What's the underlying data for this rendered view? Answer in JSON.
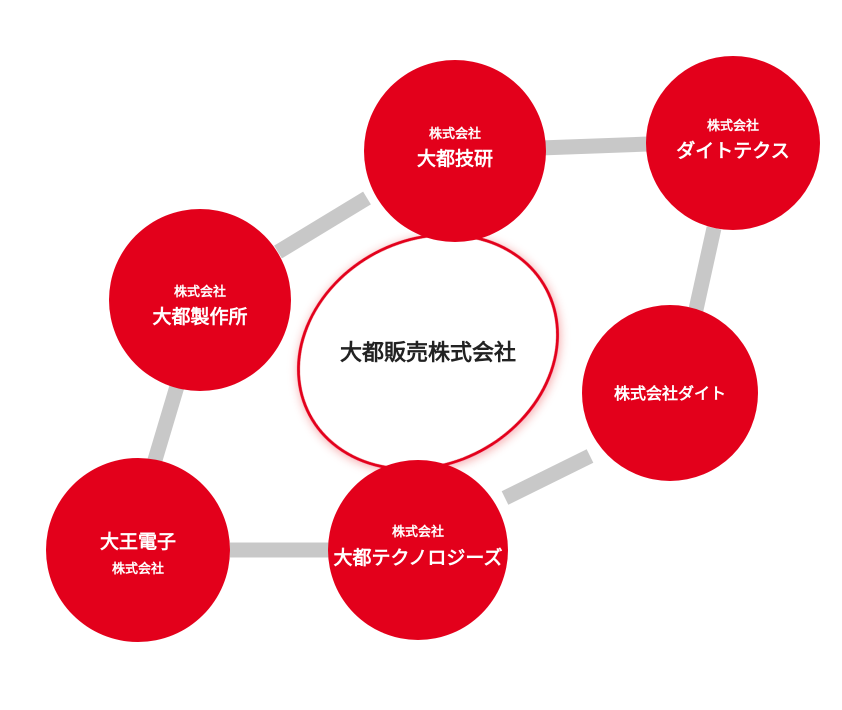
{
  "center": {
    "name": "大都販売株式会社"
  },
  "companies": {
    "giken": {
      "line1": "株式会社",
      "line2": "大都技研"
    },
    "daito_tex": {
      "line1": "株式会社",
      "line2": "ダイトテクス"
    },
    "daito": {
      "line1": "株式会社ダイト"
    },
    "technologies": {
      "line1": "株式会社",
      "line2": "大都テクノロジーズ"
    },
    "daio": {
      "line1": "大王電子",
      "line2": "株式会社"
    },
    "seisakusho": {
      "line1": "株式会社",
      "line2": "大都製作所"
    }
  },
  "colors": {
    "brand_red": "#e3001b",
    "connector_gray": "#c8c8c8"
  }
}
